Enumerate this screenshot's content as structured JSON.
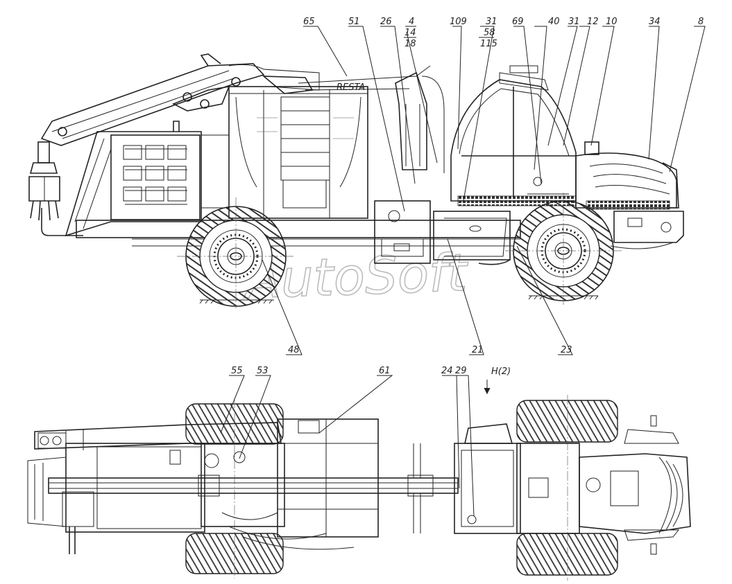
{
  "drawing": {
    "watermark": "AutoSoft",
    "side_view_brand": "RESTA",
    "view_marker": "Н(2)",
    "side_view_callouts": [
      {
        "id": "c65",
        "label": "65"
      },
      {
        "id": "c51",
        "label": "51"
      },
      {
        "id": "c26",
        "label": "26"
      },
      {
        "id": "c4",
        "label": "4"
      },
      {
        "id": "c14",
        "label": "14"
      },
      {
        "id": "c18",
        "label": "18"
      },
      {
        "id": "c109",
        "label": "109"
      },
      {
        "id": "c31a",
        "label": "31"
      },
      {
        "id": "c58",
        "label": "58"
      },
      {
        "id": "c115",
        "label": "115"
      },
      {
        "id": "c69",
        "label": "69"
      },
      {
        "id": "c40",
        "label": "40"
      },
      {
        "id": "c31b",
        "label": "31"
      },
      {
        "id": "c12",
        "label": "12"
      },
      {
        "id": "c10",
        "label": "10"
      },
      {
        "id": "c34",
        "label": "34"
      },
      {
        "id": "c8",
        "label": "8"
      },
      {
        "id": "c48",
        "label": "48"
      },
      {
        "id": "c21",
        "label": "21"
      },
      {
        "id": "c23",
        "label": "23"
      }
    ],
    "top_view_callouts": [
      {
        "id": "c55",
        "label": "55"
      },
      {
        "id": "c53",
        "label": "53"
      },
      {
        "id": "c61",
        "label": "61"
      },
      {
        "id": "c24",
        "label": "24"
      },
      {
        "id": "c29",
        "label": "29"
      }
    ]
  },
  "colors": {
    "line": "#222222",
    "watermark": "#bcbcbc",
    "background": "#ffffff"
  }
}
